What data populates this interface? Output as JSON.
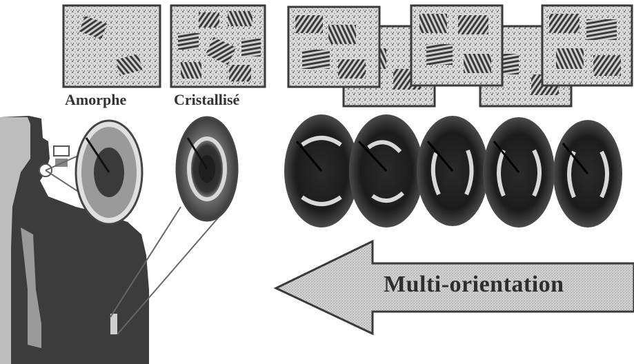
{
  "labels": {
    "amorphous": "Amorphe",
    "crystallized": "Cristallisé"
  },
  "arrow": {
    "text": "Multi-orientation"
  },
  "colors": {
    "panel_border": "#3a3a3a",
    "disc_dark": "#1e1e1e",
    "arc_light": "#d8d8d8",
    "arrow_fill": "#cfcfcf",
    "bottle": "#3c3c3c"
  }
}
